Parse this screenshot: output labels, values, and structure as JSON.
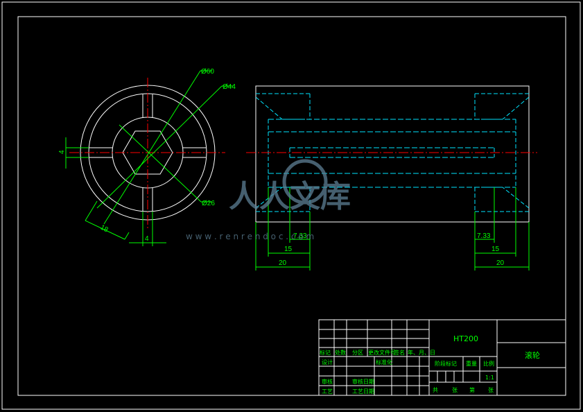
{
  "front_view": {
    "dims": {
      "outer_dia": "Ø60",
      "mid_dia": "Ø44",
      "hex_dia": "Ø26",
      "radial": "18",
      "slot": "4",
      "slot_side": "4"
    }
  },
  "side_view": {
    "left_dims": {
      "d1": "7.33",
      "d2": "15",
      "d3": "20"
    },
    "right_dims": {
      "d1": "7.33",
      "d2": "15",
      "d3": "20"
    }
  },
  "title_block": {
    "material": "HT200",
    "part_name": "滚轮",
    "scale": "1:1",
    "headers": {
      "mark": "标记",
      "count": "处数",
      "zone": "分区",
      "doc_no": "更改文件号",
      "sign": "签名",
      "date": "年、月、日",
      "design": "设计",
      "standardize": "标准化",
      "review": "审核",
      "process": "工艺",
      "approve_date": "审核日期",
      "process_date": "工艺日期",
      "stage_mark": "阶段标记",
      "weight": "重量",
      "scale_label": "比例",
      "total": "共",
      "sheet": "张",
      "no": "第"
    }
  },
  "watermark": {
    "text": "人人文库",
    "url": "w w w . r e n r e n d o c . c o m"
  },
  "colors": {
    "background": "#000000",
    "outline": "#ffffff",
    "dimension": "#00ff00",
    "hidden": "#00e5ff",
    "center": "#ff0000"
  }
}
